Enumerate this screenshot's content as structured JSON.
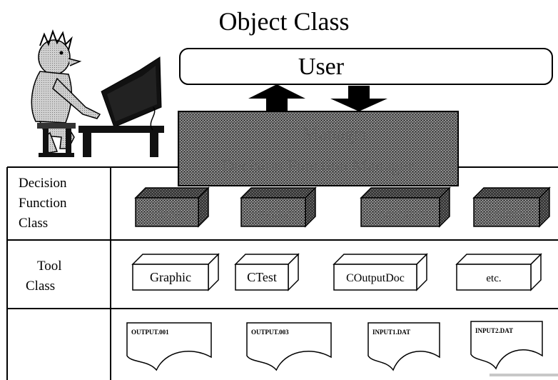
{
  "title": "Object Class",
  "user_box": {
    "label": "User"
  },
  "manager_block": {
    "line1": "Manager",
    "line2": "Decision Function Manager"
  },
  "rows": {
    "decision": {
      "label_lines": [
        "Decision",
        "Function",
        "Class"
      ]
    },
    "tool": {
      "label_lines": [
        "Tool",
        "Class"
      ]
    }
  },
  "decision_blocks": [
    {
      "label": "Global"
    },
    {
      "label": "Allocation"
    },
    {
      "label": "Convolution"
    },
    {
      "label": "Optimize"
    }
  ],
  "tool_boxes": [
    {
      "label": "Graphic"
    },
    {
      "label": "CTest"
    },
    {
      "label": "COutputDoc"
    },
    {
      "label": "etc."
    }
  ],
  "files": [
    {
      "label": "OUTPUT.001"
    },
    {
      "label": "OUTPUT.003"
    },
    {
      "label": "INPUT1.DAT"
    },
    {
      "label": "INPUT2.DAT"
    }
  ]
}
